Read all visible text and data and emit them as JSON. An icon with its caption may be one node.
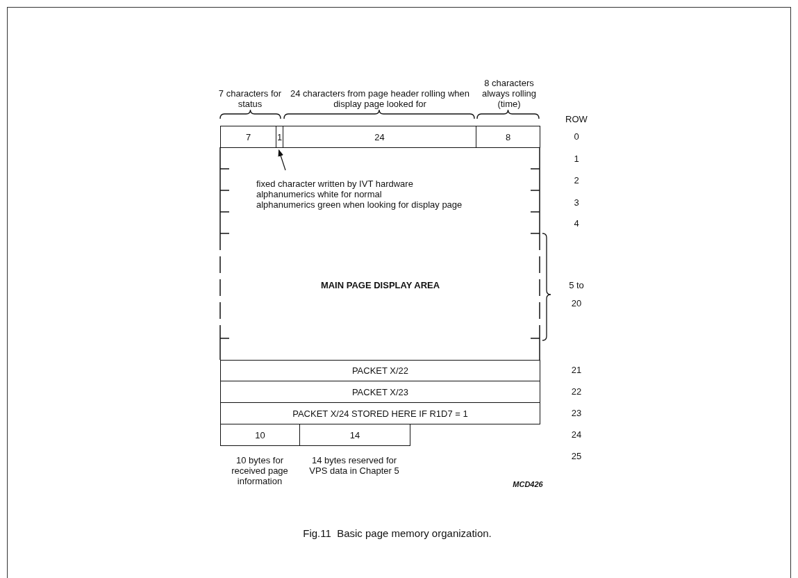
{
  "diagram": {
    "caption": "Fig.11  Basic page memory organization.",
    "nodes": [
      {
        "text": [
          "7"
        ],
        "beside": [
          "7 characters for status"
        ]
      },
      {
        "text": [
          "1"
        ]
      },
      {
        "text": [
          "24"
        ],
        "beside": [
          "24 characters from page header rolling when display page looked for"
        ]
      },
      {
        "text": [
          "8"
        ],
        "beside": [
          "8 characters always rolling (time)"
        ]
      },
      {
        "text": [
          "MAIN PAGE DISPLAY AREA"
        ]
      },
      {
        "text": [
          "fixed character written by IVT hardware",
          "alphanumerics white for normal",
          "alphanumerics green when looking for display page"
        ],
        "in": 4
      },
      {
        "text": [
          "PACKET  X/22"
        ]
      },
      {
        "text": [
          "PACKET  X/23"
        ]
      },
      {
        "text": [
          "PACKET  X/24  STORED HERE IF  R1D7 = 1"
        ]
      },
      {
        "text": [
          "10"
        ],
        "beside": [
          "10 bytes for received page information"
        ]
      },
      {
        "text": [
          "14"
        ],
        "beside": [
          "14 bytes reserved for VPS data in Chapter 5"
        ]
      }
    ],
    "edges": [
      {
        "from": 5,
        "to": 1,
        "arrow": "to"
      }
    ],
    "labels": [
      "ROW",
      "0",
      "1",
      "2",
      "3",
      "4",
      "5 to 20",
      "21",
      "22",
      "23",
      "24",
      "25",
      "MCD426"
    ]
  }
}
